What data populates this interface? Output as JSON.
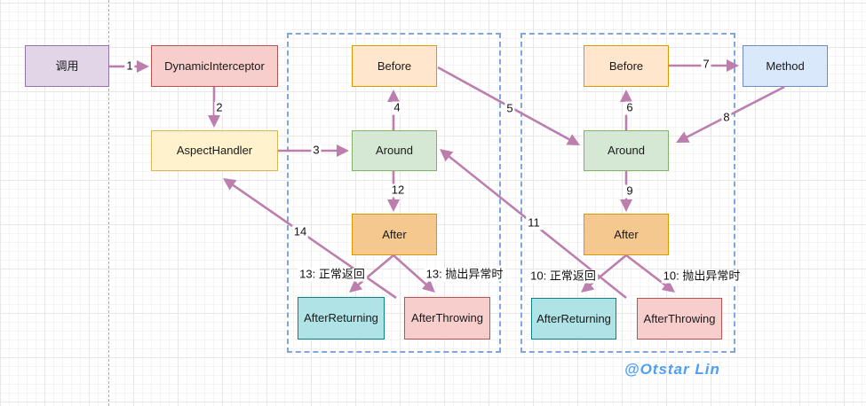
{
  "diagram": {
    "watermark": "@Otstar Lin",
    "nodes": {
      "call": {
        "label": "调用"
      },
      "dynamic_interceptor": {
        "label": "DynamicInterceptor"
      },
      "aspect_handler": {
        "label": "AspectHandler"
      },
      "method": {
        "label": "Method"
      },
      "left_group": {
        "before": {
          "label": "Before"
        },
        "around": {
          "label": "Around"
        },
        "after": {
          "label": "After"
        },
        "after_returning": {
          "label": "AfterReturning"
        },
        "after_throwing": {
          "label": "AfterThrowing"
        }
      },
      "right_group": {
        "before": {
          "label": "Before"
        },
        "around": {
          "label": "Around"
        },
        "after": {
          "label": "After"
        },
        "after_returning": {
          "label": "AfterReturning"
        },
        "after_throwing": {
          "label": "AfterThrowing"
        }
      }
    },
    "edges": {
      "e1": {
        "label": "1"
      },
      "e2": {
        "label": "2"
      },
      "e3": {
        "label": "3"
      },
      "e4": {
        "label": "4"
      },
      "e5": {
        "label": "5"
      },
      "e6": {
        "label": "6"
      },
      "e7": {
        "label": "7"
      },
      "e8": {
        "label": "8"
      },
      "e9": {
        "label": "9"
      },
      "e10_return": {
        "label": "10: 正常返回"
      },
      "e10_throw": {
        "label": "10: 抛出异常时"
      },
      "e11": {
        "label": "11"
      },
      "e12": {
        "label": "12"
      },
      "e13_return": {
        "label": "13: 正常返回"
      },
      "e13_throw": {
        "label": "13: 抛出异常时"
      },
      "e14": {
        "label": "14"
      }
    },
    "palette": {
      "arrow": "#BC7FAD",
      "group_border": "#7EA6E0",
      "watermark_color": "#4E9EF7",
      "node_styles": {
        "call": {
          "fill": "#E1D5E7",
          "border": "#9673A6"
        },
        "interceptor": {
          "fill": "#F8CECC",
          "border": "#B85450"
        },
        "handler": {
          "fill": "#FFF2CC",
          "border": "#D6B656"
        },
        "before": {
          "fill": "#FFE6CC",
          "border": "#D79B00"
        },
        "around": {
          "fill": "#D5E8D4",
          "border": "#82B366"
        },
        "after": {
          "fill": "#F5C88F",
          "border": "#D79B00"
        },
        "after_returning": {
          "fill": "#B0E3E6",
          "border": "#0E8088"
        },
        "after_throwing": {
          "fill": "#F8CECC",
          "border": "#B85450"
        },
        "method": {
          "fill": "#DAE8FC",
          "border": "#6C8EBF"
        }
      }
    }
  }
}
